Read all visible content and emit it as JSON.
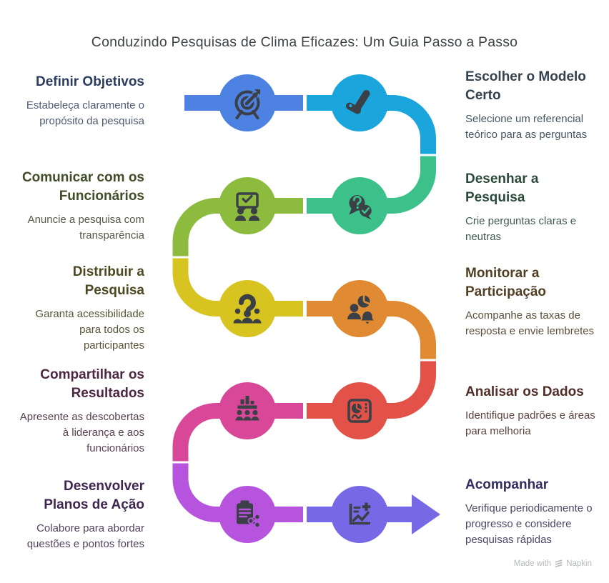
{
  "title": "Conduzindo Pesquisas de Clima Eficazes: Um Guia Passo a Passo",
  "steps": [
    {
      "id": "definir-objetivos",
      "heading": "Definir Objetivos",
      "body": "Estabeleça claramente o propósito da pesquisa",
      "color": "#4d82e3",
      "heading_color": "#2c3c5e",
      "body_color": "#4e5a70",
      "icon": "target-arrow"
    },
    {
      "id": "escolher-modelo-certo",
      "heading": "Escolher o Modelo Certo",
      "body": "Selecione um referencial teórico para as perguntas",
      "color": "#1aa5dc",
      "heading_color": "#33424e",
      "body_color": "#455663",
      "icon": "check-stamp"
    },
    {
      "id": "desenhar-pesquisa",
      "heading": "Desenhar a Pesquisa",
      "body": "Crie perguntas claras e neutras",
      "color": "#3cc18a",
      "heading_color": "#2c4a3b",
      "body_color": "#3f5a4d",
      "icon": "question-check-bubbles"
    },
    {
      "id": "comunicar-funcionarios",
      "heading": "Comunicar com os Funcionários",
      "body": "Anuncie a pesquisa com transparência",
      "color": "#8dbb3d",
      "heading_color": "#414d28",
      "body_color": "#545a47",
      "icon": "announcement-people"
    },
    {
      "id": "distribuir-pesquisa",
      "heading": "Distribuir a Pesquisa",
      "body": "Garanta acessibilidade para todos os participantes",
      "color": "#d8c420",
      "heading_color": "#4c4820",
      "body_color": "#585537",
      "icon": "question-crowd"
    },
    {
      "id": "monitorar-participacao",
      "heading": "Monitorar a Participação",
      "body": "Acompanhe as taxas de resposta e envie lembretes",
      "color": "#e08b33",
      "heading_color": "#513f24",
      "body_color": "#5c4f3c",
      "icon": "pie-person-bell"
    },
    {
      "id": "analisar-dados",
      "heading": "Analisar os Dados",
      "body": "Identifique padrões e áreas para melhoria",
      "color": "#e25248",
      "heading_color": "#522e28",
      "body_color": "#5c443f",
      "icon": "dashboard-chart"
    },
    {
      "id": "compartilhar-resultados",
      "heading": "Compartilhar os Resultados",
      "body": "Apresente as descobertas à liderança e aos funcionários",
      "color": "#d94898",
      "heading_color": "#4d2741",
      "body_color": "#5a4152",
      "icon": "bar-chart-audience"
    },
    {
      "id": "desenvolver-planos-acao",
      "heading": "Desenvolver Planos de Ação",
      "body": "Colabore para abordar questões e pontos fortes",
      "color": "#b654dd",
      "heading_color": "#3f2650",
      "body_color": "#534260",
      "icon": "clipboard-share"
    },
    {
      "id": "acompanhar",
      "heading": "Acompanhar",
      "body": "Verifique periodicamente o progresso e considere pesquisas rápidas",
      "color": "#7768e6",
      "heading_color": "#312d5e",
      "body_color": "#4b4766",
      "icon": "chart-plus"
    }
  ],
  "footer": {
    "made_with": "Made with",
    "brand": "Napkin"
  }
}
